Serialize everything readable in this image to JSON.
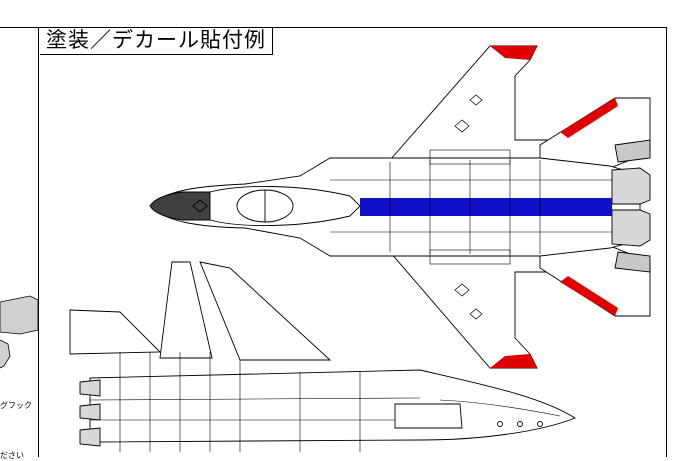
{
  "page": {
    "title": "塗装／デカール貼付例"
  },
  "left_margin": {
    "note_1": "グフック",
    "note_2": "ださい"
  },
  "colors": {
    "stripe_blue": "#1010c8",
    "accent_red": "#e00000",
    "nose_dark": "#404040",
    "panel_grey": "#c8c8c8"
  }
}
